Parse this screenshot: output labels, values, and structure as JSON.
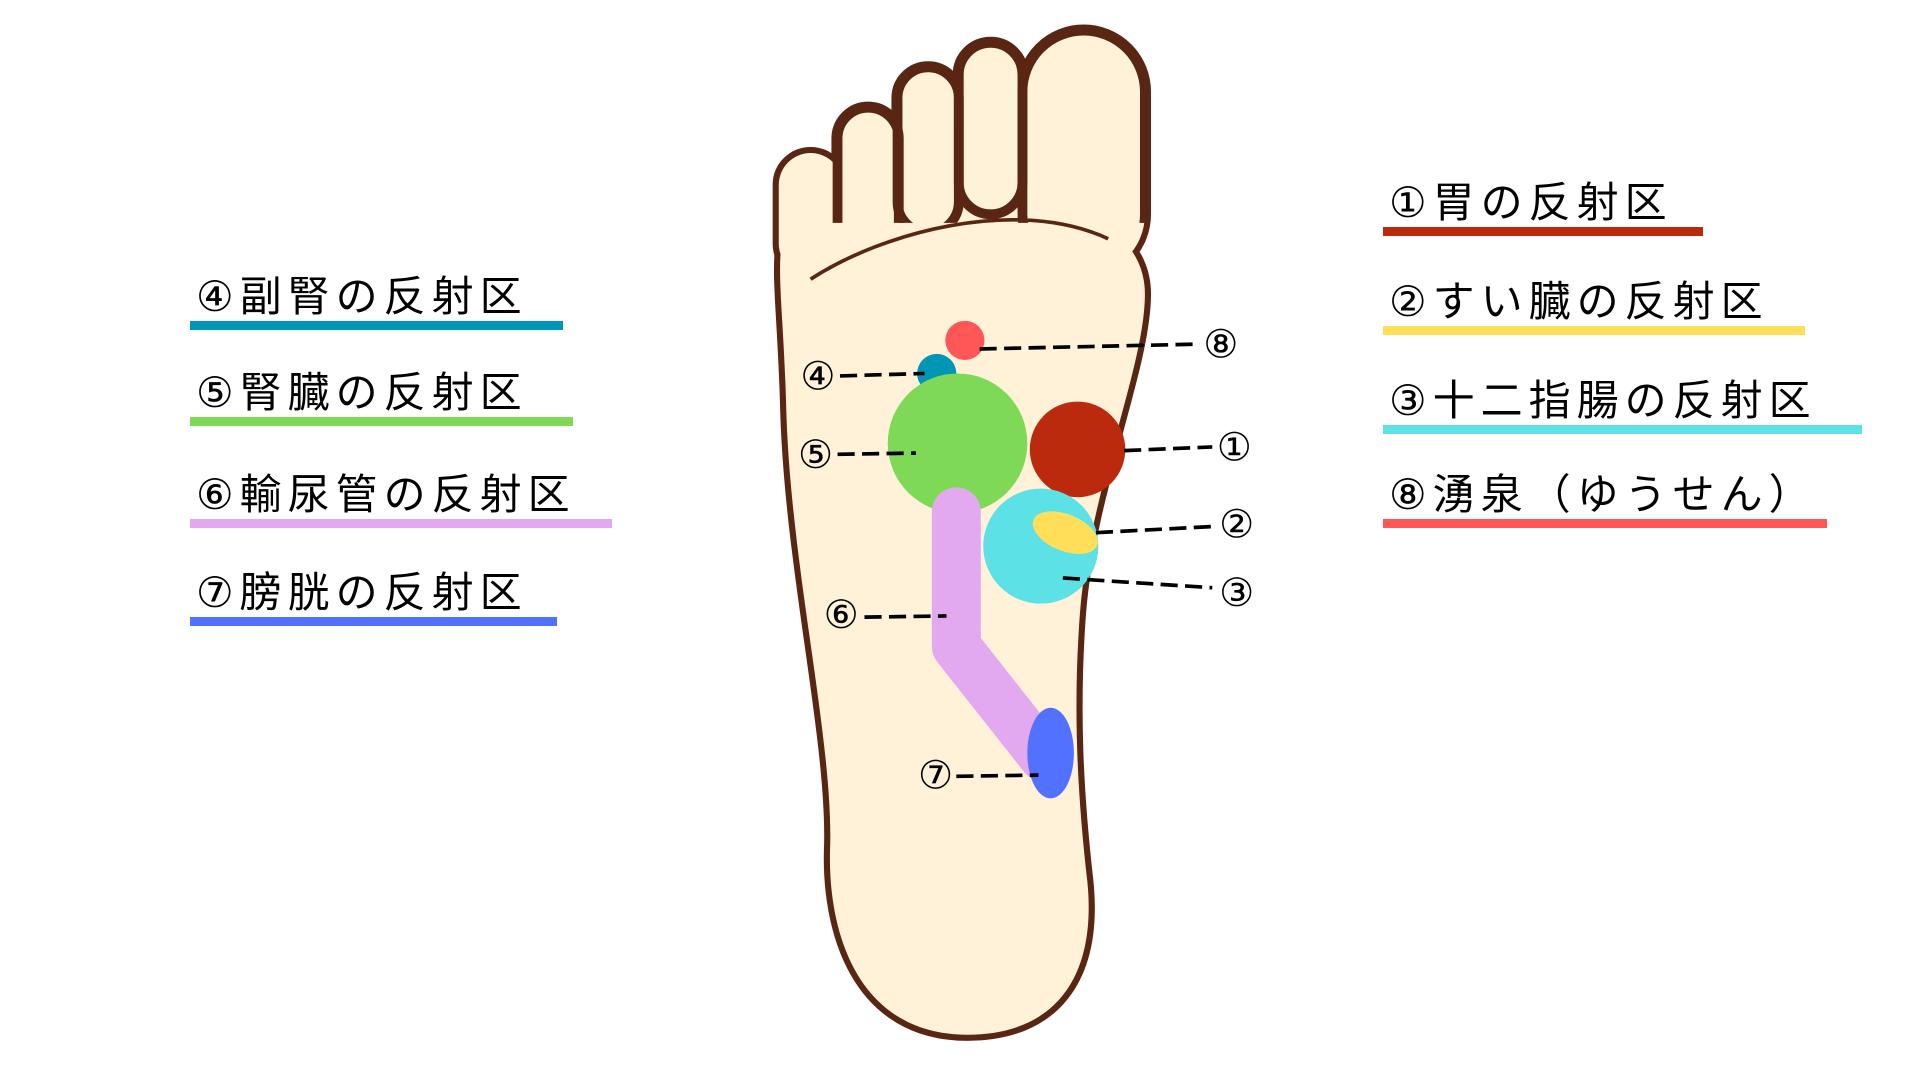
{
  "left_labels": [
    {
      "text": "④副腎の反射区",
      "color": "#0096b4"
    },
    {
      "text": "⑤腎臓の反射区",
      "color": "#7ed957"
    },
    {
      "text": "⑥輸尿管の反射区",
      "color": "#e2a9f1"
    },
    {
      "text": "⑦膀胱の反射区",
      "color": "#5271ff"
    }
  ],
  "right_labels": [
    {
      "text": "①胃の反射区",
      "color": "#bb2a0c"
    },
    {
      "text": "②すい臓の反射区",
      "color": "#ffde59"
    },
    {
      "text": "③十二指腸の反射区",
      "color": "#5ce1e6"
    },
    {
      "text": "⑧湧泉（ゆうせん）",
      "color": "#ff5757"
    }
  ],
  "markers": {
    "m1": "①",
    "m2": "②",
    "m3": "③",
    "m4": "④",
    "m5": "⑤",
    "m6": "⑥",
    "m7": "⑦",
    "m8": "⑧"
  },
  "colors": {
    "skin": "#fff2d8",
    "outline": "#5a2614"
  }
}
